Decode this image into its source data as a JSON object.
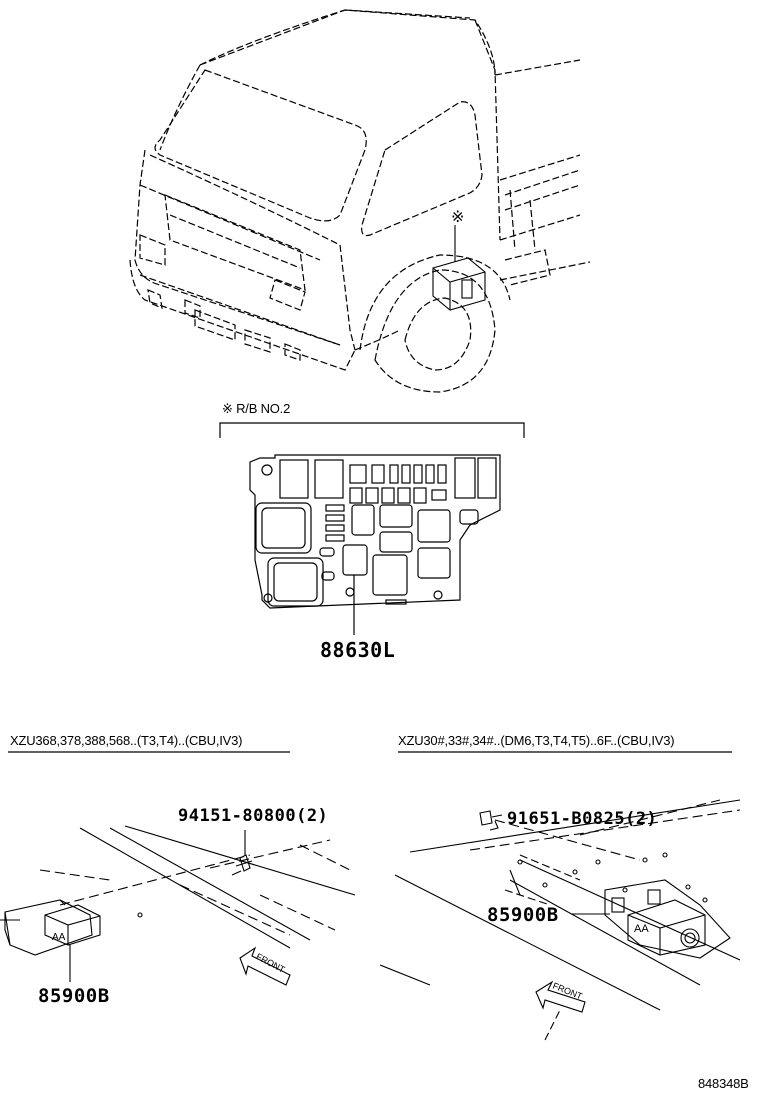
{
  "diagram": {
    "note_mark": "※",
    "rb_label": "※ R/B NO.2",
    "part_relay_block": "88630L",
    "section_left": {
      "condition": "XZU368,378,388,568..(T3,T4)..(CBU,IV3)",
      "bolt_part": "94151-80800(2)",
      "sensor_part": "85900B",
      "front_label": "FRONT"
    },
    "section_right": {
      "condition": "XZU30#,33#,34#..(DM6,T3,T4,T5)..6F..(CBU,IV3)",
      "bolt_part": "91651-B0825(2)",
      "sensor_part": "85900B",
      "front_label": "FRONT"
    },
    "catalog_code": "848348B"
  }
}
